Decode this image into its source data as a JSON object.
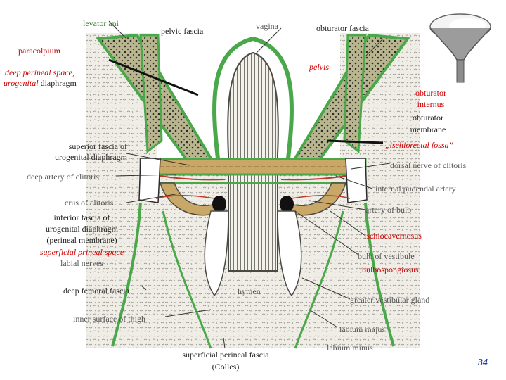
{
  "slide": {
    "page_number": "34",
    "labels": {
      "levator_ani": "levator ani",
      "pelvic_fascia": "pelvic fascia",
      "vagina": "vagina",
      "obturator_fascia": "obturator fascia",
      "paracolpium": "paracolpium",
      "deep_perineal_space": "deep perineal space,",
      "urogenital_word": "urogenital",
      "diaphragm_word": "diaphragm",
      "pelvis": "pelvis",
      "obturator_internus_1": "obturator",
      "obturator_internus_2": "internus",
      "obturator_membrane_1": "obturator",
      "obturator_membrane_2": "membrane",
      "superior_fascia_1": "superior fascia of",
      "superior_fascia_2": "urogenital diaphragm",
      "ischiorectal_fossa": "„ischiorectal fossa”",
      "dorsal_nerve": "dorsal nerve of clitoris",
      "deep_artery": "deep artery of clitoris",
      "internal_pudendal": "internal pudendal artery",
      "crus": "crus of clitoris",
      "artery_bulb": "artery of bulb",
      "inferior_fascia_1": "inferior fascia of",
      "inferior_fascia_2": "urogenital diaphragm",
      "inferior_fascia_3": "(perineal membrane)",
      "superficial_space": "superficial prineal space",
      "labial_nerves": "labial nerves",
      "ischiocavernosus": "ischiocavernosus",
      "bulb_vestibule": "bulb of vestibule",
      "bulbospongiosus": "bulbospongiosus",
      "deep_femoral": "deep femoral fascia",
      "hymen": "hymen",
      "greater_vestibular": "greater vestibular gland",
      "inner_thigh": "inner surface of thigh",
      "labium_majus": "labium majus",
      "labium_minus": "labium minus",
      "superficial_fascia_1": "superficial perineal fascia",
      "superficial_fascia_2": "(Colles)"
    }
  },
  "colors": {
    "fascia_green": "#4aa84a",
    "label_red": "#cc0000",
    "label_green": "#2e7d1e",
    "page_number_blue": "#1f3fbf",
    "muscle_tan": "#c9a766",
    "gray_text": "#555555"
  },
  "icons": {
    "funnel": "funnel-icon"
  }
}
